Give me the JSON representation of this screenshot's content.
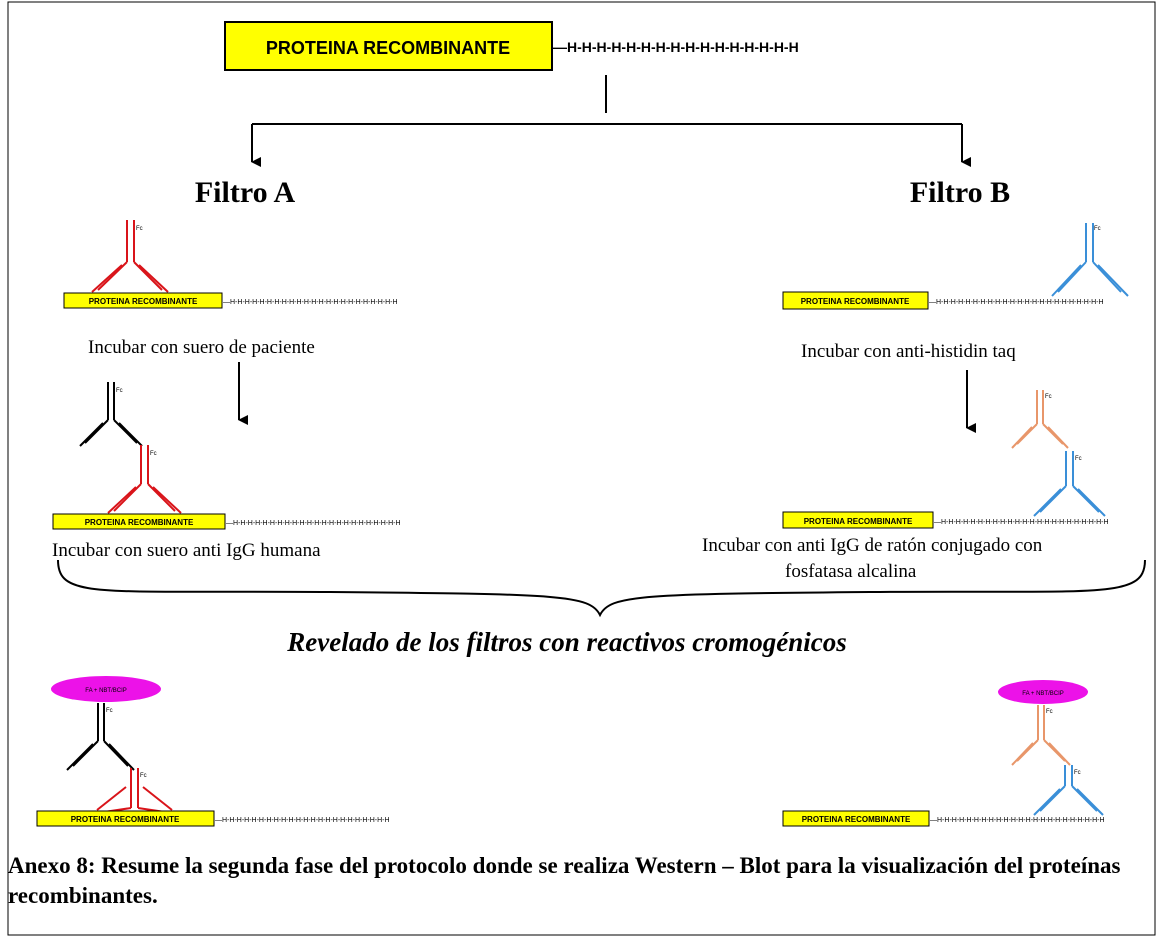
{
  "top_box_label": "PROTEINA RECOMBINANTE",
  "top_tag": "—H-H-H-H-H-H-H-H-H-H-H-H-H-H-H-H",
  "filter_a_title": "Filtro A",
  "filter_b_title": "Filtro B",
  "small_box_label": "PROTEINA RECOMBINANTE",
  "small_tag": "—H-H-H-H-H-H-H-H-H-H-H-H-H-H-H-H-H-H-H-H-H-H-H",
  "fc_label": "Fc",
  "step_a1": "Incubar con suero de paciente",
  "step_a2": "Incubar con suero anti IgG humana",
  "step_b1": "Incubar con anti-histidin taq",
  "step_b2_line1": "Incubar con anti IgG de ratón conjugado con",
  "step_b2_line2": "fosfatasa alcalina",
  "reveal_title": "Revelado de los filtros con reactivos cromogénicos",
  "enzyme_label": "FA + NBT/BCIP",
  "caption": "Anexo 8: Resume la segunda fase del protocolo donde se realiza Western – Blot para la visualización del proteínas recombinantes.",
  "colors": {
    "box_fill": "#ffff00",
    "antibody_red": "#d9141a",
    "antibody_blue": "#3a8fd8",
    "antibody_black": "#000000",
    "antibody_orange": "#e8966a",
    "enzyme_magenta": "#ec12e8"
  }
}
